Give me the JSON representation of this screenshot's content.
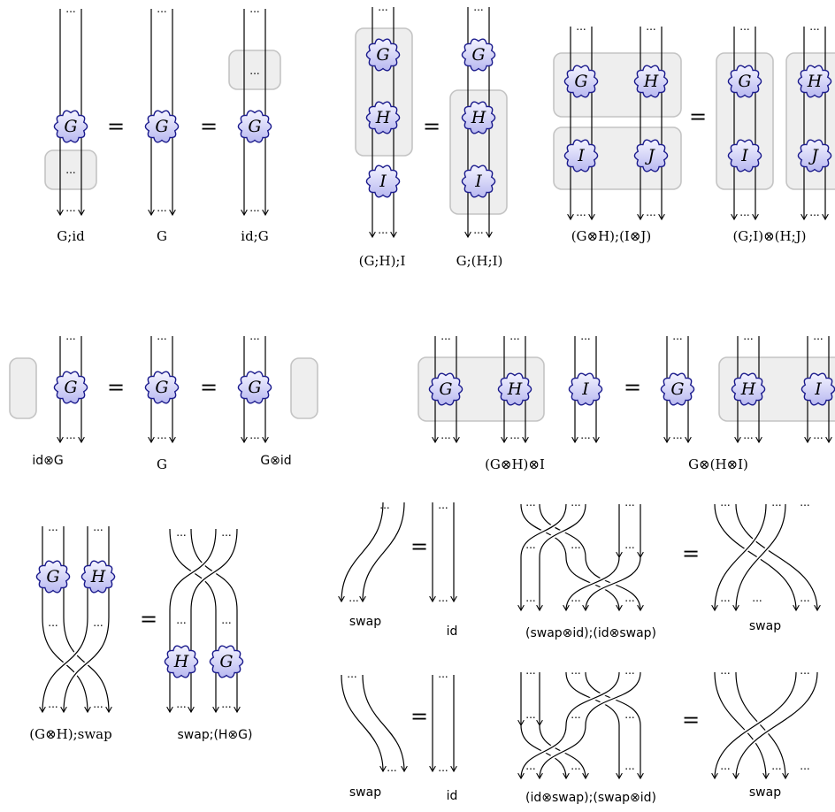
{
  "dots": "...",
  "equals": "=",
  "labels": {
    "g_seq_id": "G;id",
    "g": "G",
    "id_seq_g": "id;G",
    "assoc_seq_left": "(G;H);I",
    "assoc_seq_right": "G;(H;I)",
    "interchange_left": "(G⊗H);(I⊗J)",
    "interchange_right": "(G;I)⊗(H;J)",
    "id_tensor_g": "id⊗G",
    "g2": "G",
    "g_tensor_id": "G⊗id",
    "assoc_tensor_left": "(G⊗H)⊗I",
    "assoc_tensor_right": "G⊗(H⊗I)",
    "naturality_left": "(G⊗H);swap",
    "naturality_right": "swap;(H⊗G)",
    "swap1": "swap",
    "id1": "id",
    "hex1_left": "(swap⊗id);(id⊗swap)",
    "hex1_right": "swap",
    "swap2": "swap",
    "id2": "id",
    "hex2_left": "(id⊗swap);(swap⊗id)",
    "hex2_right": "swap"
  },
  "gens": {
    "G": "G",
    "H": "H",
    "I": "I",
    "J": "J"
  },
  "colors": {
    "gen_fill_light": "#f4f4ff",
    "gen_fill_dark": "#b8b8f0",
    "gen_stroke": "#1a1a8c",
    "box_fill": "#eeeeee",
    "box_stroke": "#c4c4c4"
  }
}
